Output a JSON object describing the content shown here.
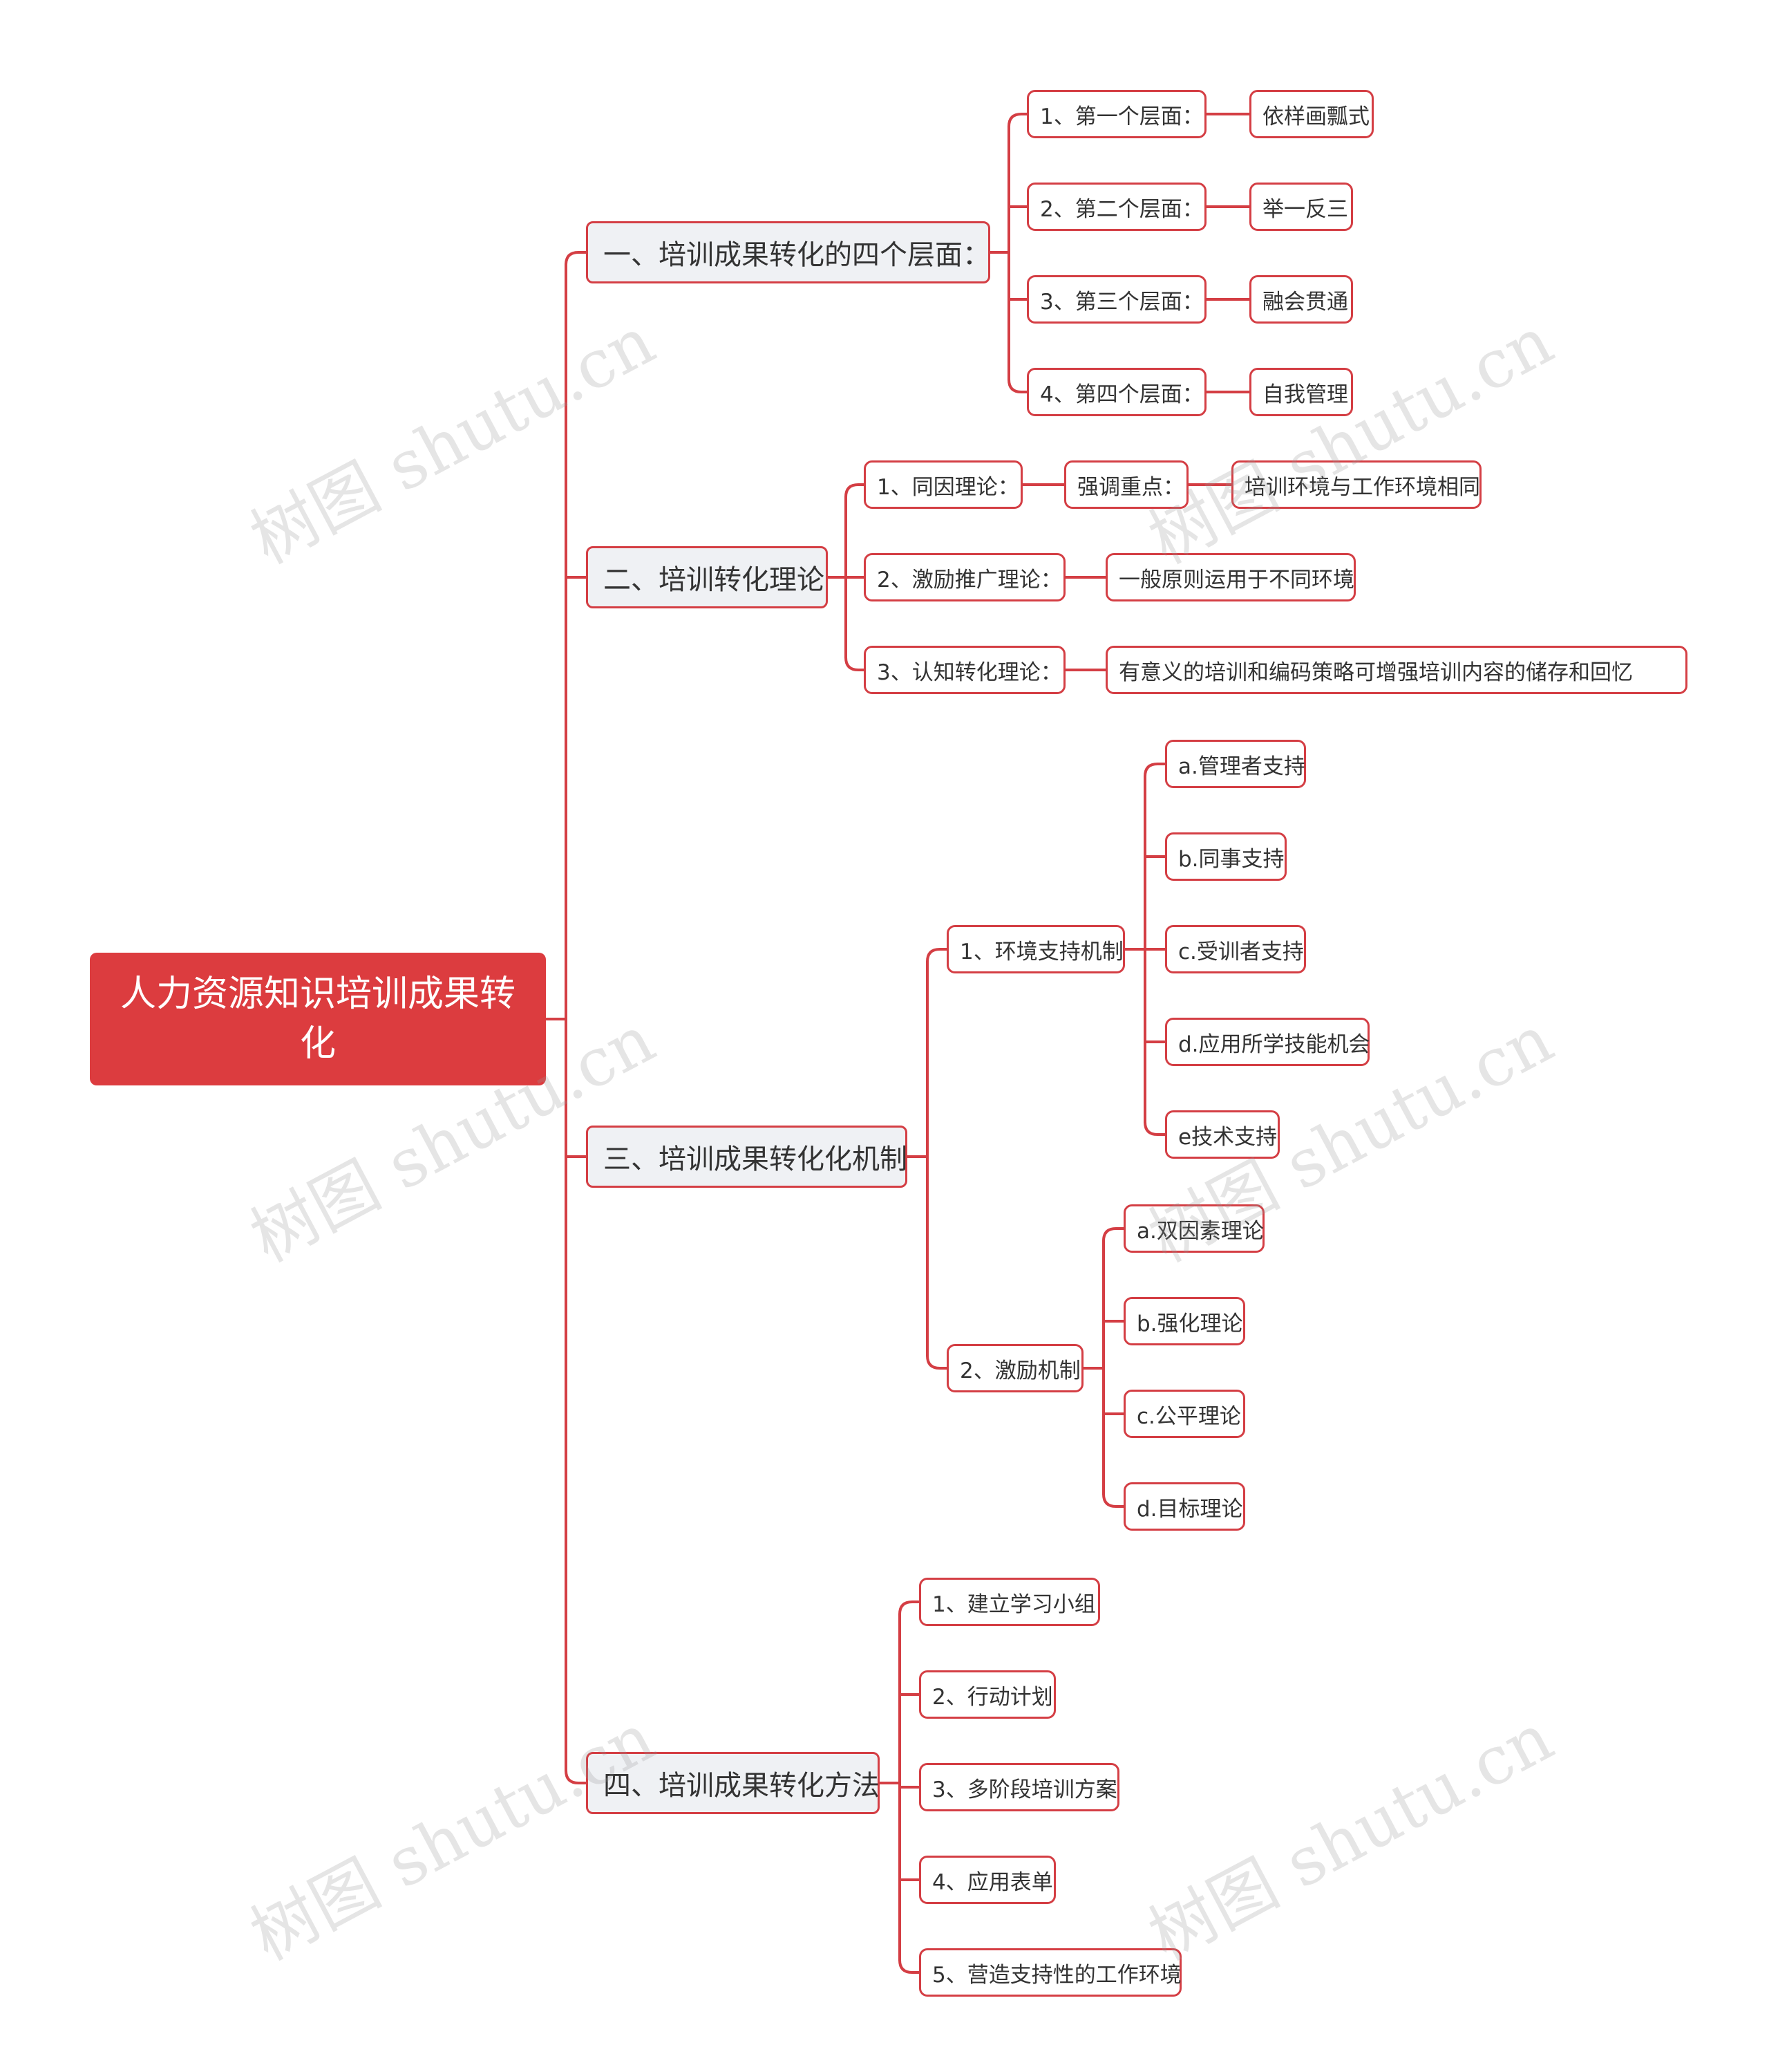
{
  "colors": {
    "accent": "#dc3c3f",
    "line": "#d43e44",
    "branch_bg": "#eff1f4"
  },
  "root": {
    "label": "人力资源知识培训成果转化"
  },
  "branches": [
    {
      "label": "一、培训成果转化的四个层面：",
      "children": [
        {
          "label": "1、第一个层面：",
          "children": [
            {
              "label": "依样画瓢式"
            }
          ]
        },
        {
          "label": "2、第二个层面：",
          "children": [
            {
              "label": "举一反三"
            }
          ]
        },
        {
          "label": "3、第三个层面：",
          "children": [
            {
              "label": "融会贯通"
            }
          ]
        },
        {
          "label": "4、第四个层面：",
          "children": [
            {
              "label": "自我管理"
            }
          ]
        }
      ]
    },
    {
      "label": "二、培训转化理论",
      "children": [
        {
          "label": "1、同因理论：",
          "children": [
            {
              "label": "强调重点：",
              "children": [
                {
                  "label": "培训环境与工作环境相同"
                }
              ]
            }
          ]
        },
        {
          "label": "2、激励推广理论：",
          "children": [
            {
              "label": "一般原则运用于不同环境"
            }
          ]
        },
        {
          "label": "3、认知转化理论：",
          "children": [
            {
              "label": "有意义的培训和编码策略可增强培训内容的储存和回忆"
            }
          ]
        }
      ]
    },
    {
      "label": "三、培训成果转化化机制",
      "children": [
        {
          "label": "1、环境支持机制",
          "children": [
            {
              "label": "a.管理者支持"
            },
            {
              "label": "b.同事支持"
            },
            {
              "label": "c.受训者支持"
            },
            {
              "label": "d.应用所学技能机会"
            },
            {
              "label": "e技术支持"
            }
          ]
        },
        {
          "label": "2、激励机制",
          "children": [
            {
              "label": "a.双因素理论"
            },
            {
              "label": "b.强化理论"
            },
            {
              "label": "c.公平理论"
            },
            {
              "label": "d.目标理论"
            }
          ]
        }
      ]
    },
    {
      "label": "四、培训成果转化方法",
      "children": [
        {
          "label": "1、建立学习小组"
        },
        {
          "label": "2、行动计划"
        },
        {
          "label": "3、多阶段培训方案"
        },
        {
          "label": "4、应用表单"
        },
        {
          "label": "5、营造支持性的工作环境"
        }
      ]
    }
  ],
  "watermark": "树图 shutu.cn"
}
